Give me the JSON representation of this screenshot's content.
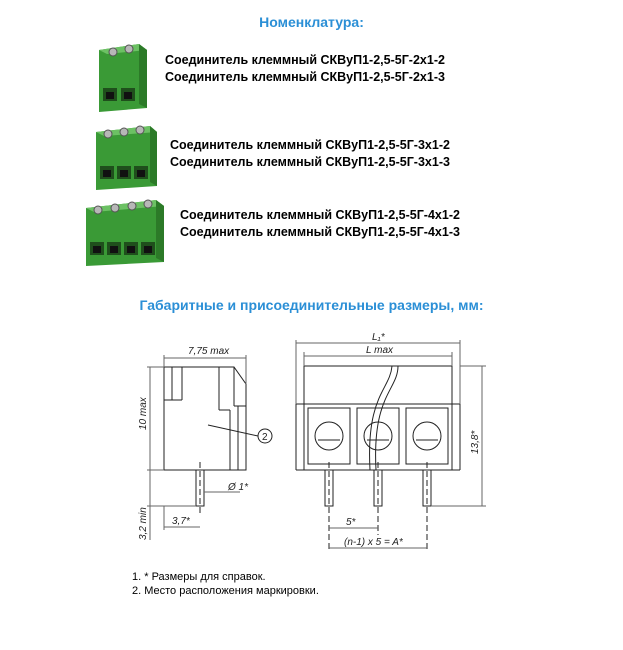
{
  "headings": {
    "nomenclature": "Номенклатура:",
    "dimensions": "Габаритные и присоединительные размеры, мм:"
  },
  "products": [
    {
      "lines": [
        "Соединитель клеммный СКВуП1-2,5-5Г-2х1-2",
        "Соединитель клеммный СКВуП1-2,5-5Г-2х1-3"
      ]
    },
    {
      "lines": [
        "Соединитель клеммный СКВуП1-2,5-5Г-3х1-2",
        "Соединитель клеммный СКВуП1-2,5-5Г-3х1-3"
      ]
    },
    {
      "lines": [
        "Соединитель клеммный СКВуП1-2,5-5Г-4х1-2",
        "Соединитель клеммный СКВуП1-2,5-5Г-4х1-3"
      ]
    }
  ],
  "drawing": {
    "width_label": "7,75 max",
    "height_label": "10 max",
    "pin_length_label": "3,2 min",
    "pin_offset_label": "3,7*",
    "pin_diameter_label": "Ø 1*",
    "marker_label": "2",
    "l1_label": "L₁*",
    "l_label": "L max",
    "total_height_label": "13,8*",
    "pitch_label": "5*",
    "formula_label": "(n-1) x 5 = A*"
  },
  "notes": [
    "1. * Размеры для справок.",
    "2. Место расположения маркировки."
  ],
  "colors": {
    "accent": "#2b8fd6",
    "connector_green": "#3f9e3a"
  }
}
